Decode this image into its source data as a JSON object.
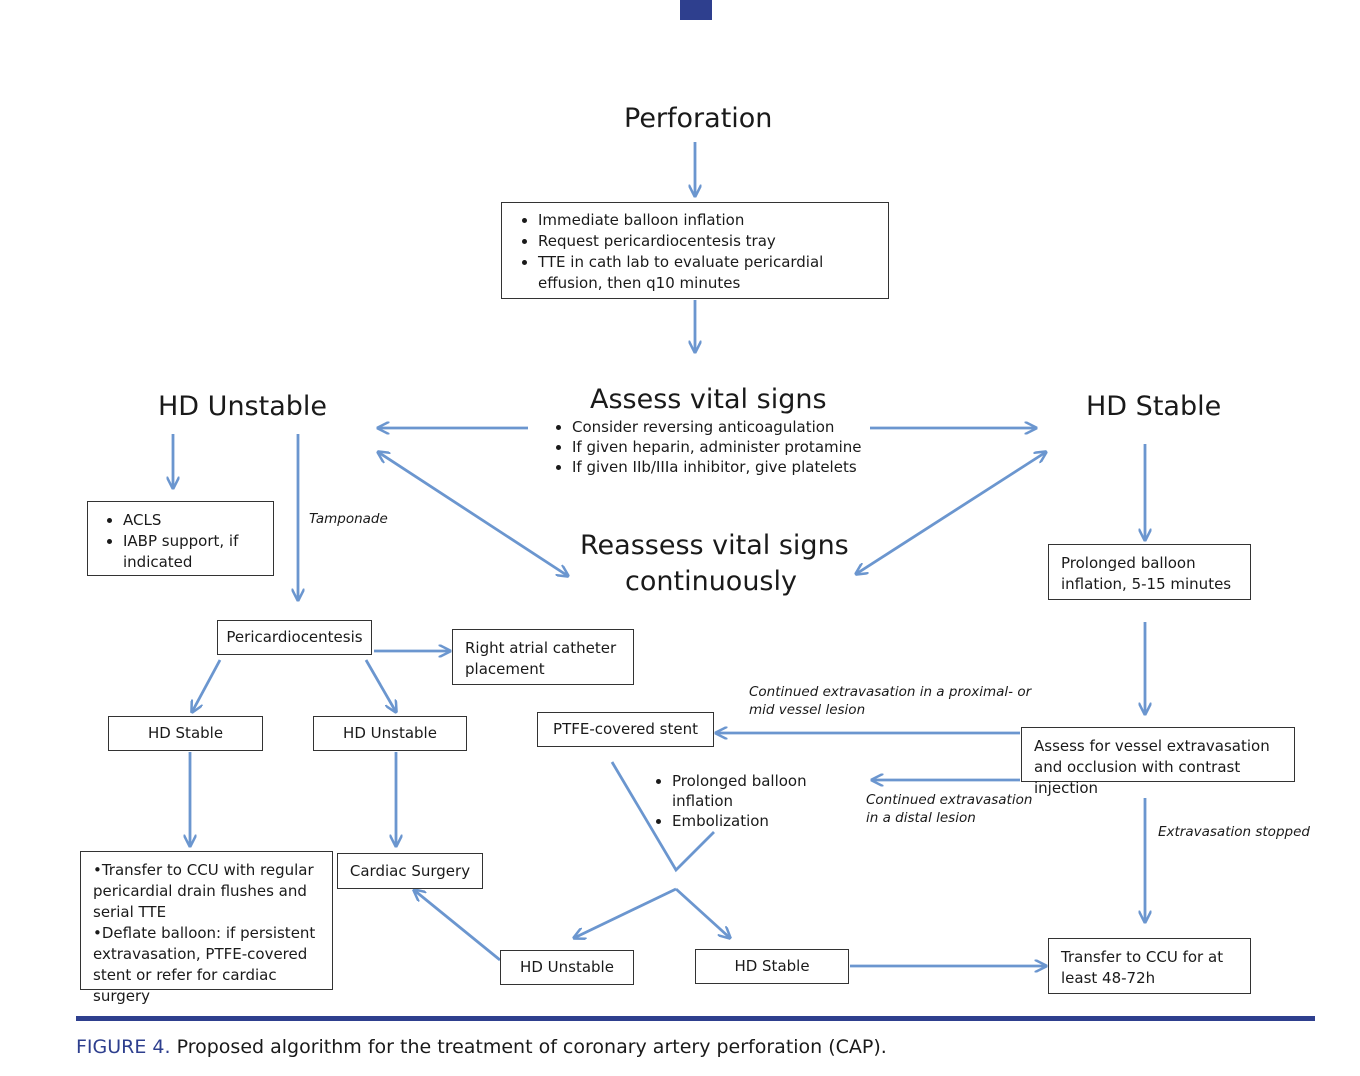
{
  "colors": {
    "arrow": "#6b96cf",
    "accent": "#2e3f8e",
    "box_border": "#333333"
  },
  "nodes": {
    "perforation": "Perforation",
    "immediate": [
      "Immediate balloon inflation",
      "Request pericardiocentesis tray",
      "TTE in cath lab to evaluate pericardial effusion, then q10 minutes"
    ],
    "assess_title": "Assess vital signs",
    "assess_items": [
      "Consider reversing anticoagulation",
      "If given heparin, administer protamine",
      "If given IIb/IIIa inhibitor, give platelets"
    ],
    "hd_unstable_top": "HD Unstable",
    "hd_stable_top": "HD Stable",
    "reassess_line1": "Reassess vital signs",
    "reassess_line2": "continuously",
    "acls_items": [
      "ACLS",
      "IABP support, if indicated"
    ],
    "tamponade": "Tamponade",
    "pericardiocentesis": "Pericardiocentesis",
    "right_atrial": "Right atrial catheter placement",
    "hd_stable_left": "HD Stable",
    "hd_unstable_left": "HD Unstable",
    "transfer_left": [
      "•Transfer to CCU with regular pericardial drain flushes and serial TTE",
      "•Deflate balloon: if persistent extravasation, PTFE-covered stent or refer for cardiac surgery"
    ],
    "cardiac_surgery": "Cardiac Surgery",
    "prolonged_balloon": "Prolonged balloon inflation, 5-15 minutes",
    "assess_extravasation": "Assess for vessel extravasation and occlusion with contrast injection",
    "continued_proximal": "Continued extravasation in a proximal- or mid vessel lesion",
    "ptfe_stent": "PTFE-covered stent",
    "prolonged_items": [
      "Prolonged balloon inflation",
      "Embolization"
    ],
    "continued_distal": "Continued extravasation in a distal lesion",
    "extravasation_stopped": "Extravasation stopped",
    "hd_unstable_bottom": "HD Unstable",
    "hd_stable_bottom": "HD Stable",
    "transfer_right": "Transfer to CCU for at least 48-72h"
  },
  "caption": {
    "label": "FIGURE 4.",
    "text": " Proposed algorithm for the treatment of coronary artery perforation (CAP)."
  }
}
